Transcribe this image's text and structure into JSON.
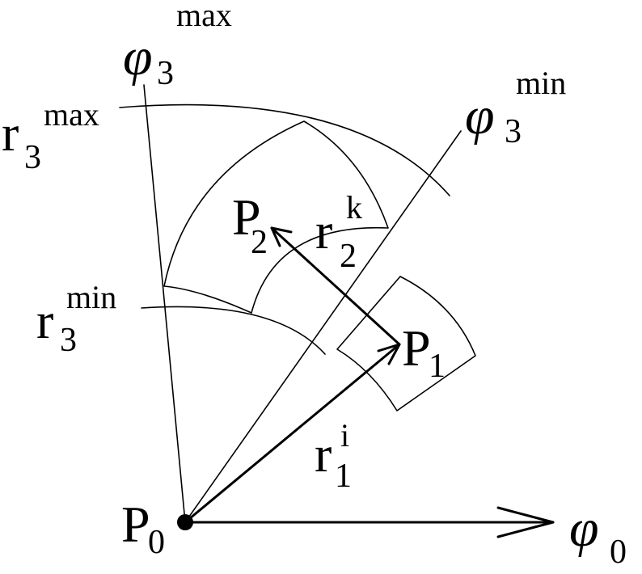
{
  "labels": {
    "phi3_max": {
      "symbol": "φ",
      "sub": "3",
      "sup": "max"
    },
    "phi3_min": {
      "symbol": "φ",
      "sub": "3",
      "sup": "min"
    },
    "r3_max": {
      "symbol": "r",
      "sub": "3",
      "sup": "max"
    },
    "r3_min": {
      "symbol": "r",
      "sub": "3",
      "sup": "min"
    },
    "p2": {
      "symbol": "P",
      "sub": "2"
    },
    "r2k": {
      "symbol": "r",
      "sub": "2",
      "sup": "k"
    },
    "p1": {
      "symbol": "P",
      "sub": "1"
    },
    "r1i": {
      "symbol": "r",
      "sub": "1",
      "sup": "i"
    },
    "p0": {
      "symbol": "P",
      "sub": "0"
    },
    "phi0": {
      "symbol": "φ",
      "sub": "0"
    }
  }
}
